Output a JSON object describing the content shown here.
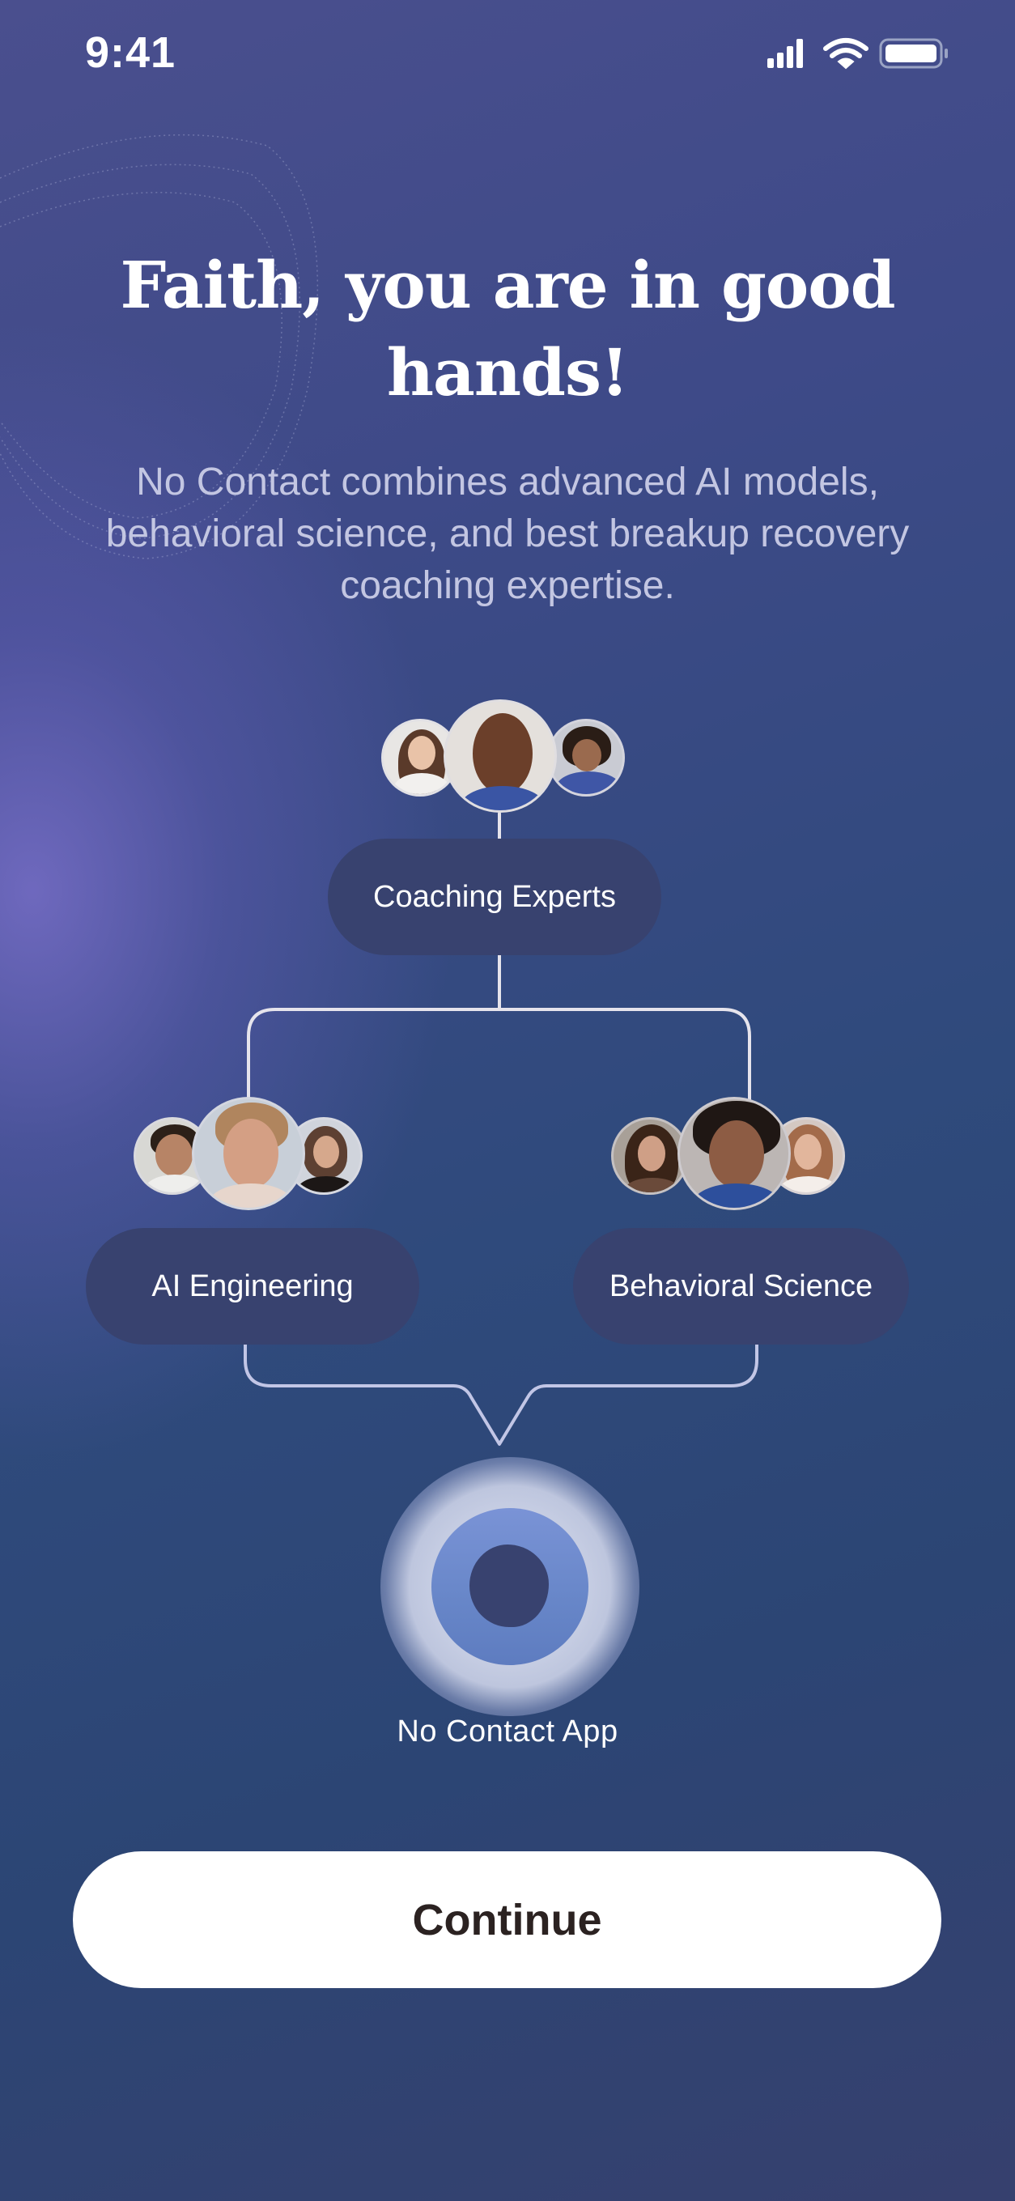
{
  "status_bar": {
    "time": "9:41",
    "icons": [
      "cellular-signal-icon",
      "wifi-icon",
      "battery-icon"
    ]
  },
  "header": {
    "title": "Faith, you are in good hands!",
    "subtitle": "No Contact combines advanced AI models, behavioral science, and best breakup recovery coaching expertise."
  },
  "diagram": {
    "nodes": [
      {
        "label": "Coaching Experts",
        "avatars": 3
      },
      {
        "label": "AI Engineering",
        "avatars": 3
      },
      {
        "label": "Behavioral Science",
        "avatars": 3
      }
    ],
    "app": {
      "label": "No Contact App",
      "icon": "app-logo-icon"
    }
  },
  "footer": {
    "continue_label": "Continue"
  },
  "colors": {
    "pill_bg": "#38426f",
    "button_bg": "#ffffff",
    "button_text": "#2b2221",
    "subtitle_text": "#c3c6e2",
    "orb": "#6f8ad0"
  }
}
